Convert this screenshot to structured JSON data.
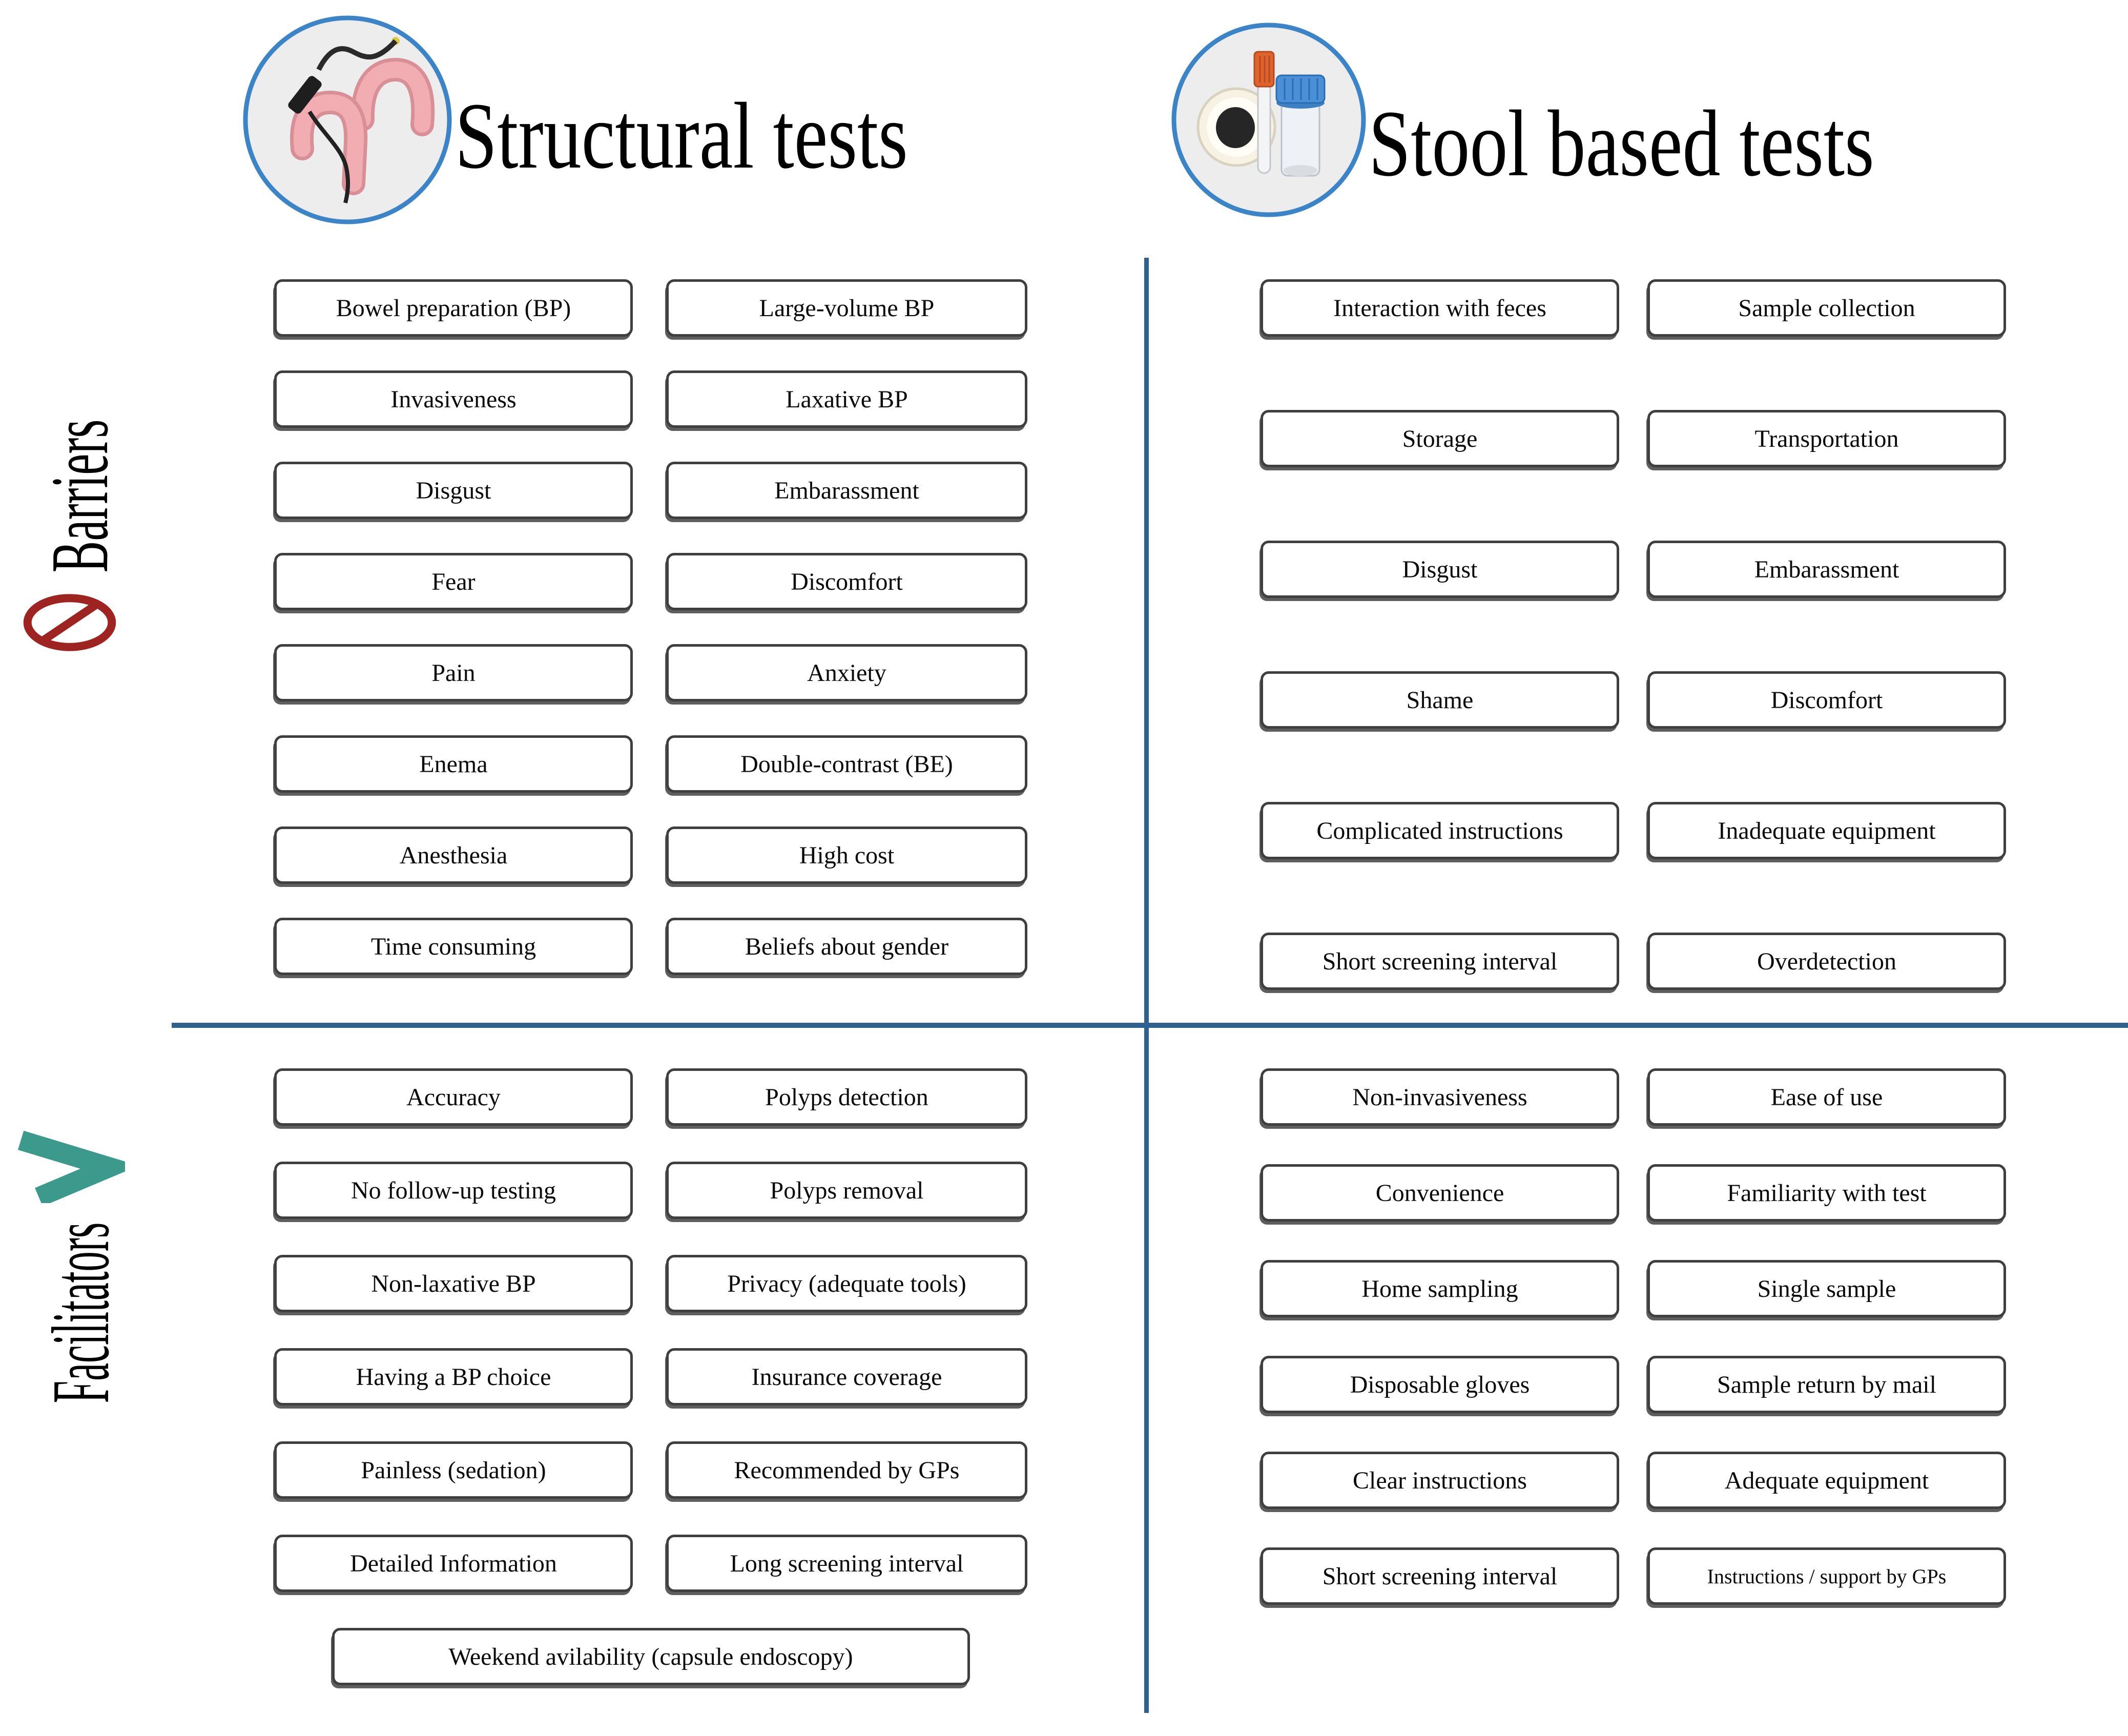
{
  "header": {
    "structural": {
      "title": "Structural tests",
      "icon": "colonoscope-colon-icon"
    },
    "stool": {
      "title": "Stool based tests",
      "icon": "stool-sample-kit-icon"
    }
  },
  "side": {
    "barriers": {
      "label": "Barriers",
      "icon": "prohibition-icon"
    },
    "facilitators": {
      "label": "Facilitators",
      "icon": "chevron-right-icon"
    }
  },
  "colors": {
    "divider_blue": "#2e6090",
    "icon_ring_blue": "#3b84c7",
    "prohibition_red": "#9d2420",
    "chevron_teal": "#3b9a8b",
    "box_border_gray": "#3f3f3f"
  },
  "quadrants": {
    "structural_barriers": {
      "boxes": [
        "Bowel preparation (BP)",
        "Large-volume BP",
        "Invasiveness",
        "Laxative BP",
        "Disgust",
        "Embarassment",
        "Fear",
        "Discomfort",
        "Pain",
        "Anxiety",
        "Enema",
        "Double-contrast (BE)",
        "Anesthesia",
        "High cost",
        "Time consuming",
        "Beliefs about gender"
      ]
    },
    "stool_barriers": {
      "boxes": [
        "Interaction with feces",
        "Sample collection",
        "Storage",
        "Transportation",
        "Disgust",
        "Embarassment",
        "Shame",
        "Discomfort",
        "Complicated instructions",
        "Inadequate equipment",
        "Short screening interval",
        "Overdetection"
      ]
    },
    "structural_facilitators": {
      "boxes": [
        "Accuracy",
        "Polyps detection",
        "No follow-up testing",
        "Polyps removal",
        "Non-laxative BP",
        "Privacy (adequate tools)",
        "Having a BP choice",
        "Insurance coverage",
        "Painless (sedation)",
        "Recommended by GPs",
        "Detailed Information",
        "Long screening interval"
      ],
      "full_box": "Weekend avilability (capsule endoscopy)"
    },
    "stool_facilitators": {
      "boxes": [
        "Non-invasiveness",
        "Ease of use",
        "Convenience",
        "Familiarity with test",
        "Home sampling",
        "Single sample",
        "Disposable gloves",
        "Sample return by mail",
        "Clear instructions",
        "Adequate equipment",
        "Short screening interval",
        "Instructions / support by GPs"
      ]
    }
  }
}
